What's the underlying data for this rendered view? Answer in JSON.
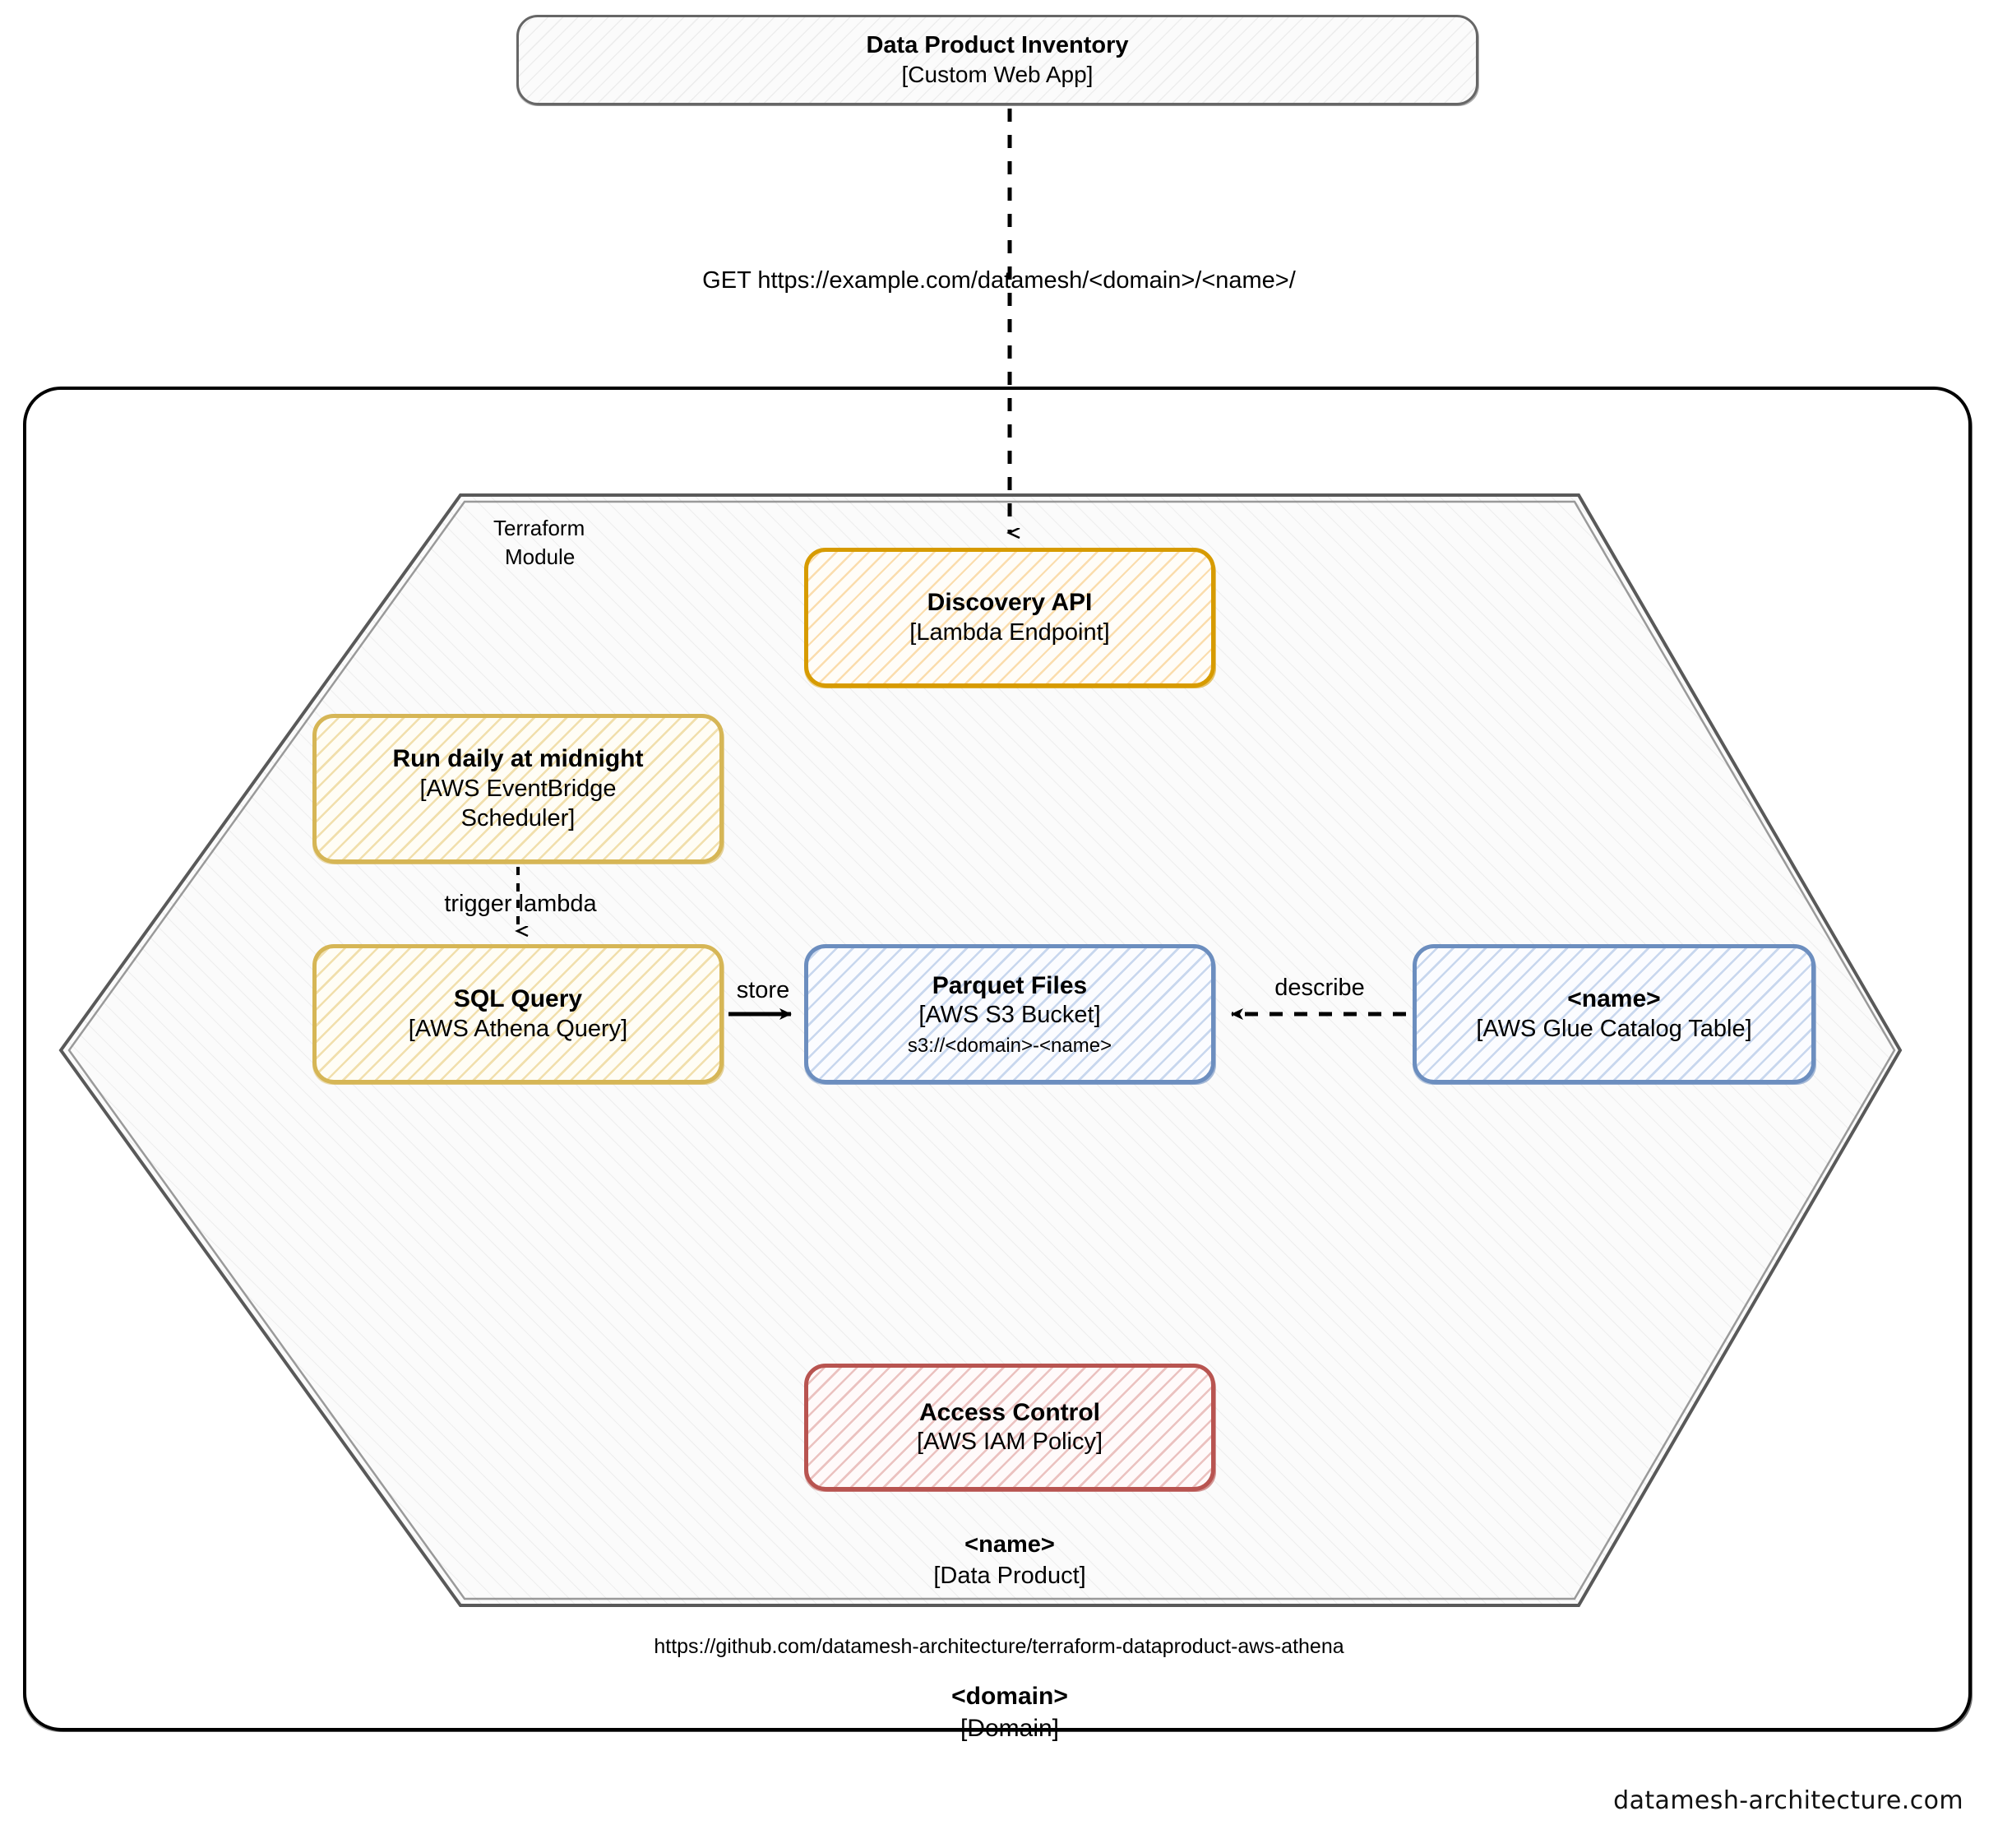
{
  "diagram": {
    "watermark": "datamesh-architecture.com",
    "repo_url": "https://github.com/datamesh-architecture/terraform-dataproduct-aws-athena"
  },
  "external_system": {
    "title": "Data Product Inventory",
    "technology": "[Custom Web App]"
  },
  "domain_boundary": {
    "title": "<domain>",
    "technology": "[Domain]"
  },
  "data_product_boundary": {
    "title": "<name>",
    "technology": "[Data Product]"
  },
  "terraform_module": {
    "line1": "Terraform",
    "line2": "Module"
  },
  "nodes": {
    "discovery_api": {
      "title": "Discovery API",
      "technology": "[Lambda Endpoint]",
      "border_color": "#D79B00"
    },
    "scheduler": {
      "title": "Run daily at midnight",
      "technology_line1": "[AWS EventBridge",
      "technology_line2": "Scheduler]",
      "border_color": "#D6B656"
    },
    "sql_query": {
      "title": "SQL Query",
      "technology": "[AWS Athena Query]",
      "border_color": "#D6B656"
    },
    "parquet_files": {
      "title": "Parquet Files",
      "technology": "[AWS S3 Bucket]",
      "path": "s3://<domain>-<name>",
      "border_color": "#6C8EBF"
    },
    "glue_table": {
      "title": "<name>",
      "technology": "[AWS Glue Catalog Table]",
      "border_color": "#6C8EBF"
    },
    "access_control": {
      "title": "Access Control",
      "technology": "[AWS IAM Policy]",
      "border_color": "#B85450"
    }
  },
  "edges": {
    "inventory_to_discovery": "GET https://example.com/datamesh/<domain>/<name>/",
    "scheduler_to_query": "trigger lambda",
    "query_to_parquet": "store",
    "glue_to_parquet": "describe"
  }
}
